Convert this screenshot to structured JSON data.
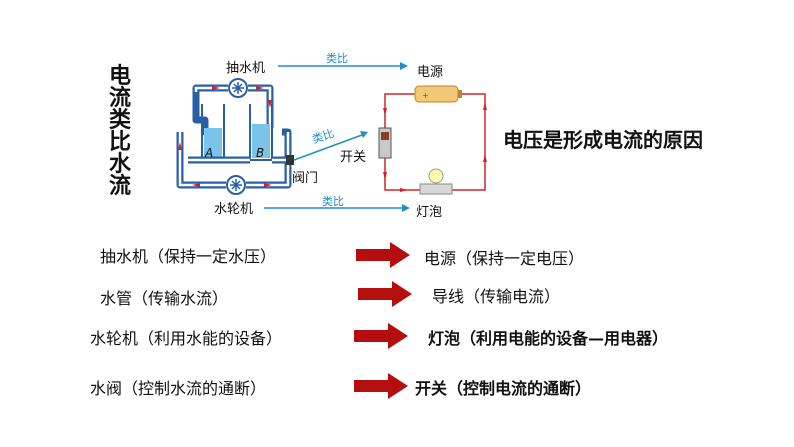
{
  "vertical_title": [
    "电",
    "流",
    "类",
    "比",
    "水",
    "流"
  ],
  "diagram": {
    "pump_label": "抽水机",
    "turbine_label": "水轮机",
    "valve_label": "阀门",
    "switch_label": "开关",
    "power_label": "电源",
    "bulb_label": "灯泡",
    "container_a": "A",
    "container_b": "B",
    "analogy_label": "类比",
    "colors": {
      "pipe": "#2a5fa8",
      "water_arrow": "#d2232a",
      "analogy_arrow": "#1f8fc8",
      "wire": "#d2232a",
      "water": "#7ac4ea"
    }
  },
  "right_title": "电压是形成电流的原因",
  "rows": [
    {
      "left": "抽水机（保持一定水压）",
      "right": "电源（保持一定电压）"
    },
    {
      "left": "水管（传输水流）",
      "right": "导线（传输电流）"
    },
    {
      "left": "水轮机（利用水能的设备）",
      "right": "灯泡（利用电能的设备—用电器）"
    },
    {
      "left": "水阀（控制水流的通断）",
      "right": "开关（控制电流的通断）"
    }
  ],
  "row_arrow_color": "#b50e0e"
}
